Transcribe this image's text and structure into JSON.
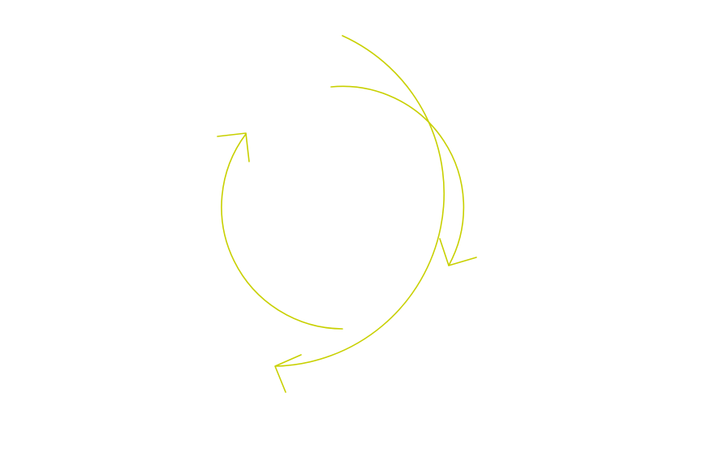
{
  "diagram": {
    "type": "cycle",
    "stroke_color": "#c8d000",
    "background": "#ffffff",
    "arrows": [
      {
        "name": "outer-arc-arrow",
        "direction": "clockwise"
      },
      {
        "name": "inner-right-arc-arrow",
        "direction": "clockwise"
      },
      {
        "name": "inner-left-arc-arrow",
        "direction": "clockwise"
      }
    ]
  }
}
